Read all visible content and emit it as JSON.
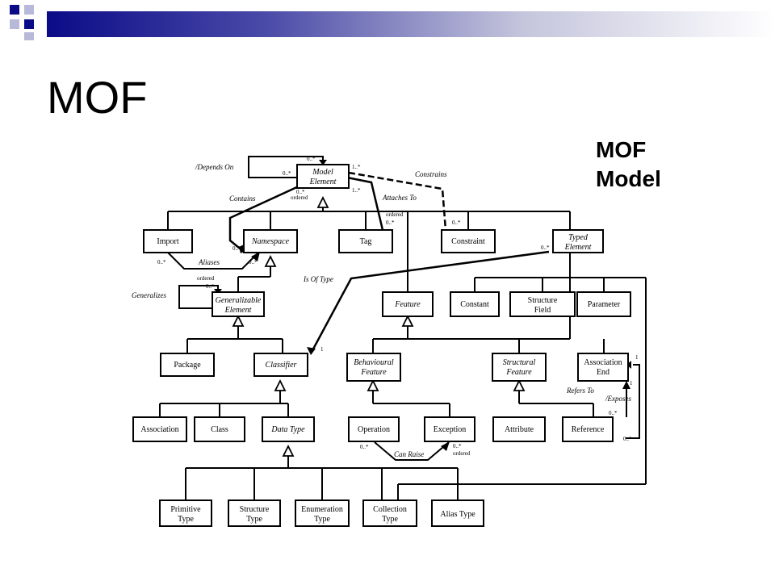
{
  "slide": {
    "title": "MOF"
  },
  "side_label": {
    "line1": "MOF",
    "line2": "Model"
  },
  "colors": {
    "banner_dark": "#0b0b87",
    "banner_mid": "#4a4aa8",
    "banner_light": "#c4c4dc"
  },
  "boxes": {
    "model_element": {
      "line1": "Model",
      "line2": "Element"
    },
    "import": "Import",
    "namespace": "Namespace",
    "tag": "Tag",
    "constraint": "Constraint",
    "typed_element": {
      "line1": "Typed",
      "line2": "Element"
    },
    "generalizable_element": {
      "line1": "Generalizable",
      "line2": "Element"
    },
    "feature": "Feature",
    "constant": "Constant",
    "structure_field": {
      "line1": "Structure",
      "line2": "Field"
    },
    "parameter": "Parameter",
    "package": "Package",
    "classifier": "Classifier",
    "behavioural_feature": {
      "line1": "Behavioural",
      "line2": "Feature"
    },
    "structural_feature": {
      "line1": "Structural",
      "line2": "Feature"
    },
    "association_end": {
      "line1": "Association",
      "line2": "End"
    },
    "association": "Association",
    "class": "Class",
    "data_type": "Data Type",
    "operation": "Operation",
    "exception": "Exception",
    "attribute": "Attribute",
    "reference": "Reference",
    "primitive_type": {
      "line1": "Primitive",
      "line2": "Type"
    },
    "structure_type": {
      "line1": "Structure",
      "line2": "Type"
    },
    "enumeration_type": {
      "line1": "Enumeration",
      "line2": "Type"
    },
    "collection_type": {
      "line1": "Collection",
      "line2": "Type"
    },
    "alias_type": "Alias Type"
  },
  "relations": {
    "depends_on": "/Depends On",
    "constrains": "Constrains",
    "contains": "Contains",
    "attaches_to": "Attaches To",
    "aliases": "Aliases",
    "generalizes": "Generalizes",
    "is_of_type": "Is Of Type",
    "refers_to": "Refers To",
    "exposes": "/Exposes",
    "can_raise": "Can Raise"
  },
  "multiplicities": {
    "m1": "0..*",
    "m2": "0..*",
    "m3": "1..*",
    "m4": "0..*",
    "m5": "ordered",
    "m6": "1..*",
    "m7": "ordered",
    "m8": "0..*",
    "m9": "0..*",
    "m10": "0..*",
    "m11": "0..*",
    "m12": "0..*",
    "m13": "0..*",
    "m14": "ordered",
    "m15": "0..*",
    "m16": "1",
    "m17": "1",
    "m18": "1",
    "m19": "0..*",
    "m20": "0..*",
    "m21": "0..*",
    "m22": "0..*",
    "m23": "ordered"
  }
}
